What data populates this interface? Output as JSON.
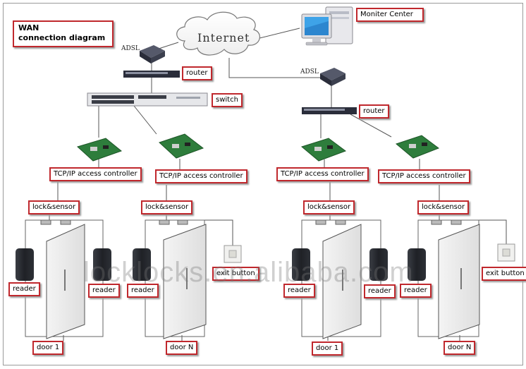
{
  "title": {
    "line1": "WAN",
    "line2": "connection diagram"
  },
  "internet": "Internet",
  "monitor_center": "Moniter Center",
  "adsl_1": "ADSL",
  "adsl_2": "ADSL",
  "router_1": "router",
  "router_2": "router",
  "switch": "switch",
  "controllers": [
    "TCP/IP access controller",
    "TCP/IP access controller",
    "TCP/IP access controller",
    "TCP/IP access controller"
  ],
  "lock_sensor": [
    "lock&sensor",
    "lock&sensor",
    "lock&sensor",
    "lock&sensor"
  ],
  "readers": [
    "reader",
    "reader",
    "reader",
    "reader",
    "reader",
    "reader"
  ],
  "exit_buttons": [
    "exit button",
    "exit button"
  ],
  "doors": [
    "door 1",
    "door N",
    "door 1",
    "door N"
  ],
  "watermark": "locklocks.en.alibaba.com",
  "colors": {
    "label_border": "#c0282d",
    "board_green": "#2e7d3c",
    "device_dark": "#2a2d3a"
  }
}
